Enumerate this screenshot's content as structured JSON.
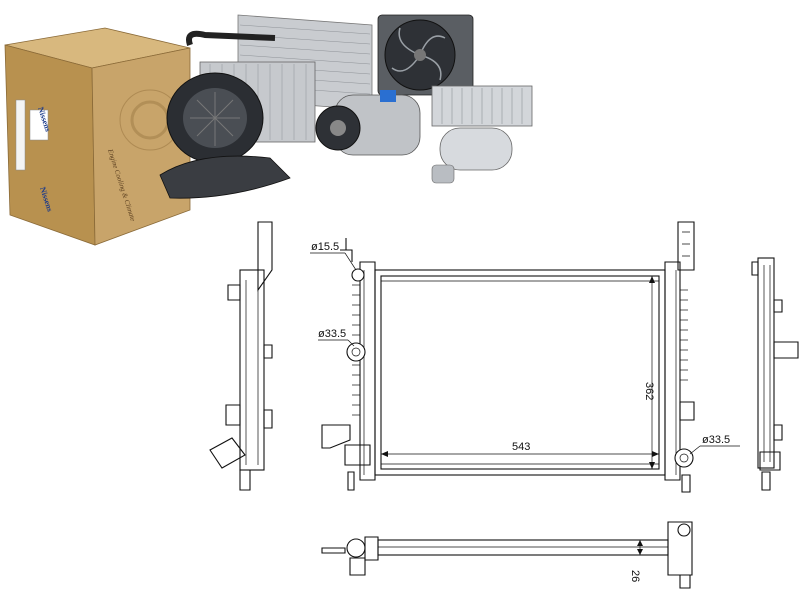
{
  "product_photo": {
    "box_brand": "Nissens",
    "box_tagline": "Engine Cooling & Climate"
  },
  "dimensions": {
    "pipe_top_diameter": "ø15.5",
    "pipe_left_diameter": "ø33.5",
    "pipe_right_diameter": "ø33.5",
    "core_width": "543",
    "core_height": "362",
    "core_depth": "26"
  },
  "colors": {
    "line": "#111111",
    "box_cardboard": "#c8a46a",
    "box_dark": "#9c7a44",
    "metal": "#b9bdc2"
  }
}
